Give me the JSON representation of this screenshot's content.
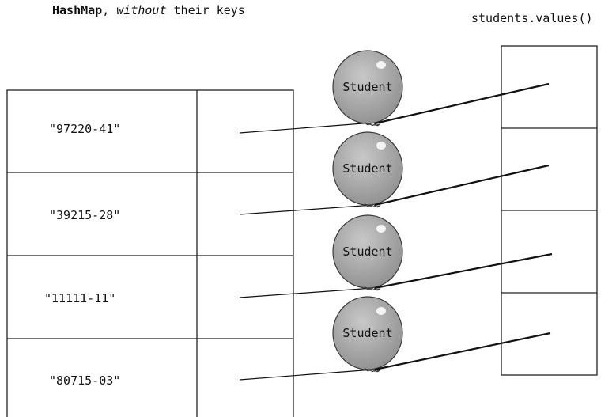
{
  "caption_left": {
    "class_name": "HashMap",
    "separator": ",",
    "emphasis": "without",
    "rest": "their keys"
  },
  "caption_right": "students.values()",
  "entries": [
    {
      "key": "\"97220-41\"",
      "value_label": "Student"
    },
    {
      "key": "\"39215-28\"",
      "value_label": "Student"
    },
    {
      "key": "\"11111-11\"",
      "value_label": "Student"
    },
    {
      "key": "\"80715-03\"",
      "value_label": "Student"
    }
  ],
  "colors": {
    "balloon_fill": "#a9a9a9",
    "balloon_stroke": "#3a3a3a",
    "line": "#111111",
    "table_border": "#222222"
  }
}
